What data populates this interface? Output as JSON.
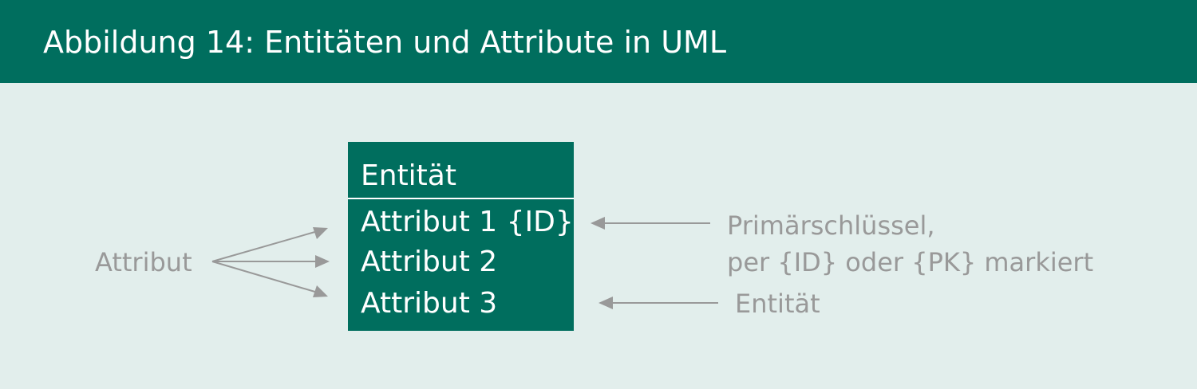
{
  "header": {
    "title": "Abbildung 14: Entitäten und Attribute in UML"
  },
  "entity": {
    "name": "Entität",
    "attributes": [
      "Attribut 1 {ID}",
      "Attribut 2",
      "Attribut 3"
    ]
  },
  "labels": {
    "attribute": "Attribut",
    "primary_key_line1": "Primärschlüssel,",
    "primary_key_line2": "per {ID} oder {PK} markiert",
    "entity": "Entität"
  },
  "colors": {
    "primary": "#006E5E",
    "background": "#E2EEEC",
    "annotation": "#999999"
  }
}
